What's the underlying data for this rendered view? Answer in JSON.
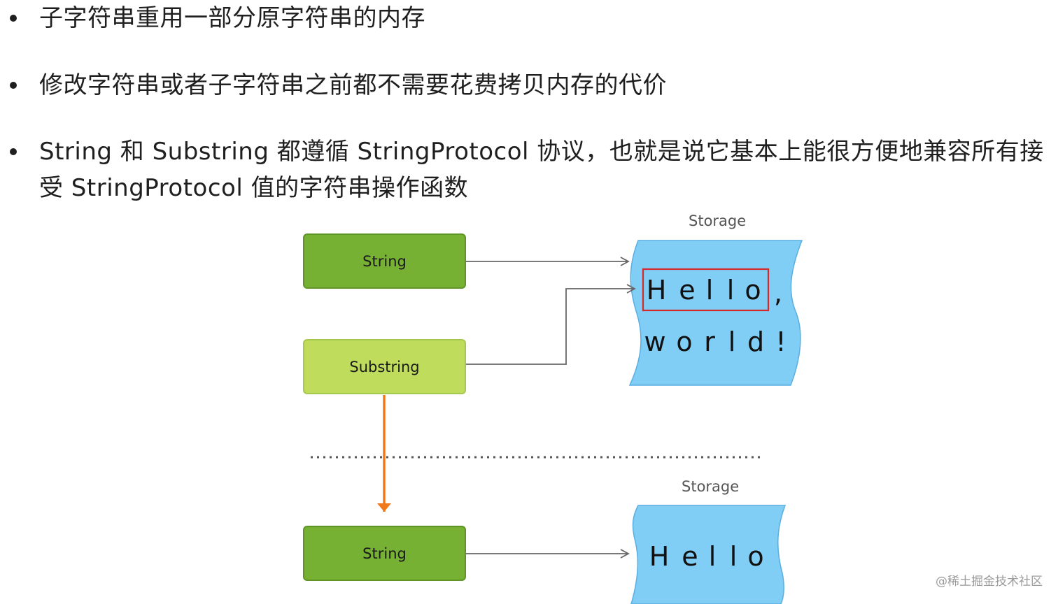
{
  "bullets": [
    {
      "text": "子字符串重用一部分原字符串的内存"
    },
    {
      "text": "修改字符串或者子字符串之前都不需要花费拷贝内存的代价"
    },
    {
      "line1": "String 和 Substring 都遵循 StringProtocol 协议，也就是说它基本上能很方便地兼容所有接",
      "line2": "受 StringProtocol 值的字符串操作函数"
    }
  ],
  "diagram": {
    "top": {
      "string_label": "String",
      "substring_label": "Substring",
      "storage_label": "Storage",
      "line1_chars": [
        "H",
        "e",
        "l",
        "l",
        "o",
        ","
      ],
      "line2_chars": [
        "w",
        "o",
        "r",
        "l",
        "d",
        "!"
      ]
    },
    "bottom": {
      "string_label": "String",
      "storage_label": "Storage",
      "chars": [
        "H",
        "e",
        "l",
        "l",
        "o"
      ]
    }
  },
  "watermark": "@稀土掘金技术社区",
  "colors": {
    "string_box": "#76b133",
    "substring_box": "#bfdc5d",
    "storage_fill": "#80cdf5",
    "highlight_border": "#d42a2a",
    "copy_arrow": "#f07a1a",
    "pointer_arrow": "#666666"
  }
}
